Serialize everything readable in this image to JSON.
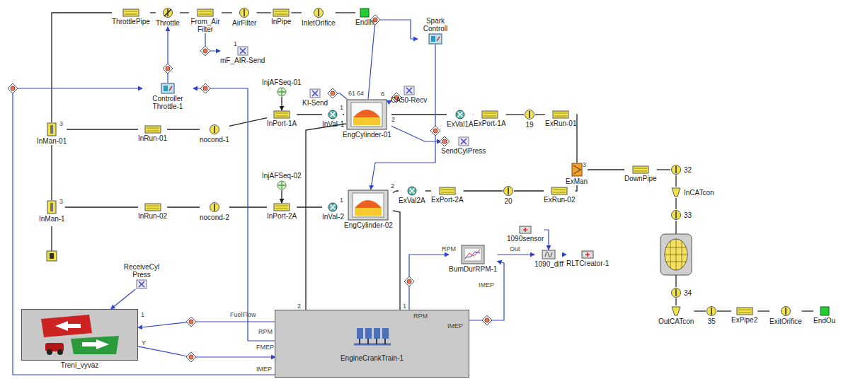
{
  "diagram": {
    "nodes": [
      {
        "text": [
          "EndIn"
        ]
      },
      {
        "text": [
          "InletOrifice"
        ]
      },
      {
        "text": [
          "InPipe"
        ]
      },
      {
        "text": [
          "AirFilter"
        ]
      },
      {
        "text": [
          "From_Air Filter"
        ]
      },
      {
        "text": [
          "Throttle"
        ]
      },
      {
        "text": [
          "ThrottlePipe"
        ]
      },
      {
        "text": [
          "mF_AIR-Send"
        ]
      },
      {
        "text": [
          "Controller Throttle-1"
        ]
      },
      {
        "text": [
          "InMan-01"
        ]
      },
      {
        "text": [
          "InRun-01"
        ]
      },
      {
        "text": [
          "nocond-1"
        ]
      },
      {
        "text": [
          "InjAFSeq-01"
        ]
      },
      {
        "text": [
          "InPort-1A"
        ]
      },
      {
        "text": [
          "InVal-1"
        ]
      },
      {
        "text": [
          "KI-Send"
        ]
      },
      {
        "text": [
          "CA50-Recv"
        ]
      },
      {
        "text": [
          "Spark Controll"
        ]
      },
      {
        "text": [
          "EngCylinder-01"
        ]
      },
      {
        "text": [
          "SendCylPress"
        ]
      },
      {
        "text": [
          "ExVal1A"
        ]
      },
      {
        "text": [
          "ExPort-1A"
        ]
      },
      {
        "text": [
          "19"
        ]
      },
      {
        "text": [
          "ExRun-01"
        ]
      },
      {
        "text": [
          "InMan-1"
        ]
      },
      {
        "text": [
          "InRun-02"
        ]
      },
      {
        "text": [
          "nocond-2"
        ]
      },
      {
        "text": [
          "InjAFSeq-02"
        ]
      },
      {
        "text": [
          "InPort-2A"
        ]
      },
      {
        "text": [
          "InVal-2"
        ]
      },
      {
        "text": [
          "EngCylinder-02"
        ]
      },
      {
        "text": [
          "ExVal2A"
        ]
      },
      {
        "text": [
          "ExPort-2A"
        ]
      },
      {
        "text": [
          "20"
        ]
      },
      {
        "text": [
          "ExRun-02"
        ]
      },
      {
        "text": [
          "ExMan"
        ]
      },
      {
        "text": [
          "DownPipe"
        ]
      },
      {
        "text": [
          "32"
        ]
      },
      {
        "text": [
          "InCATcon"
        ]
      },
      {
        "text": [
          "33"
        ]
      },
      {
        "text": [
          "34"
        ]
      },
      {
        "text": [
          "OutCATcon"
        ]
      },
      {
        "text": [
          "35"
        ]
      },
      {
        "text": [
          "ExPipe2"
        ]
      },
      {
        "text": [
          "ExitOrifice"
        ]
      },
      {
        "text": [
          "EndOu"
        ]
      },
      {
        "text": [
          "ReceiveCyl Press"
        ]
      },
      {
        "text": [
          "Treni_vyvaz"
        ]
      },
      {
        "text": [
          "EngineCrankTrain-1"
        ]
      },
      {
        "text": [
          "BurnDurRPM-1"
        ]
      },
      {
        "text": [
          "1090sensor"
        ]
      },
      {
        "text": [
          "1090_diff"
        ]
      },
      {
        "text": [
          "RLTCreator-1"
        ]
      }
    ],
    "edges": [
      {
        "from": 0,
        "to": 1,
        "arrow": "none"
      },
      {
        "from": 1,
        "to": 2,
        "arrow": "none"
      },
      {
        "from": 2,
        "to": 3,
        "arrow": "none"
      },
      {
        "from": 3,
        "to": 4,
        "arrow": "none"
      },
      {
        "from": 4,
        "to": 5,
        "arrow": "none"
      },
      {
        "from": 5,
        "to": 6,
        "arrow": "none"
      },
      {
        "from": 6,
        "to": 9,
        "arrow": "none"
      },
      {
        "from": 9,
        "to": 10,
        "arrow": "none"
      },
      {
        "from": 10,
        "to": 11,
        "arrow": "none"
      },
      {
        "from": 11,
        "to": 13,
        "arrow": "none"
      },
      {
        "from": 13,
        "to": 14,
        "arrow": "none"
      },
      {
        "from": 14,
        "to": 18,
        "arrow": "none"
      },
      {
        "from": 18,
        "to": 20,
        "arrow": "none"
      },
      {
        "from": 20,
        "to": 21,
        "arrow": "none"
      },
      {
        "from": 21,
        "to": 22,
        "arrow": "none"
      },
      {
        "from": 22,
        "to": 23,
        "arrow": "none"
      },
      {
        "from": 23,
        "to": 35,
        "arrow": "none"
      },
      {
        "from": 9,
        "to": 24,
        "arrow": "none"
      },
      {
        "from": 24,
        "to": 25,
        "arrow": "none"
      },
      {
        "from": 25,
        "to": 26,
        "arrow": "none"
      },
      {
        "from": 26,
        "to": 28,
        "arrow": "none"
      },
      {
        "from": 28,
        "to": 29,
        "arrow": "none"
      },
      {
        "from": 29,
        "to": 30,
        "arrow": "none"
      },
      {
        "from": 30,
        "to": 31,
        "arrow": "none"
      },
      {
        "from": 31,
        "to": 32,
        "arrow": "none"
      },
      {
        "from": 32,
        "to": 33,
        "arrow": "none"
      },
      {
        "from": 33,
        "to": 34,
        "arrow": "none"
      },
      {
        "from": 34,
        "to": 35,
        "arrow": "none"
      },
      {
        "from": 35,
        "to": 36,
        "arrow": "none"
      },
      {
        "from": 36,
        "to": 37,
        "arrow": "none"
      },
      {
        "from": 37,
        "to": 38,
        "arrow": "none"
      },
      {
        "from": 38,
        "to": 39,
        "arrow": "none"
      },
      {
        "from": 39,
        "to": 40,
        "arrow": "none"
      },
      {
        "from": 40,
        "to": 41,
        "arrow": "none"
      },
      {
        "from": 41,
        "to": 42,
        "arrow": "none"
      },
      {
        "from": 42,
        "to": 43,
        "arrow": "none"
      },
      {
        "from": 43,
        "to": 44,
        "arrow": "none"
      },
      {
        "from": 44,
        "to": 45,
        "arrow": "none"
      },
      {
        "from": 12,
        "to": 13,
        "arrow": "to"
      },
      {
        "from": 27,
        "to": 28,
        "arrow": "to"
      },
      {
        "from": 18,
        "to": 48,
        "arrow": "none"
      },
      {
        "from": 30,
        "to": 48,
        "arrow": "none"
      },
      {
        "from": 4,
        "to": 7,
        "arrow": "to"
      },
      {
        "from": 8,
        "to": 5,
        "arrow": "to"
      },
      {
        "from": 18,
        "to": 15,
        "arrow": "to"
      },
      {
        "from": 18,
        "to": 17,
        "arrow": "to"
      },
      {
        "from": 16,
        "to": 18,
        "arrow": "to"
      },
      {
        "from": 17,
        "to": 30,
        "arrow": "to"
      },
      {
        "from": 18,
        "to": 19,
        "arrow": "to"
      },
      {
        "from": 48,
        "to": 49,
        "arrow": "to"
      },
      {
        "from": 48,
        "to": 49,
        "arrow": "to"
      },
      {
        "from": 49,
        "to": 51,
        "arrow": "to"
      },
      {
        "from": 50,
        "to": 51,
        "arrow": "to"
      },
      {
        "from": 51,
        "to": 52,
        "arrow": "to"
      },
      {
        "from": 48,
        "to": 47,
        "arrow": "to"
      },
      {
        "from": 47,
        "to": 48,
        "arrow": "to"
      },
      {
        "from": 46,
        "to": 47,
        "arrow": "to"
      },
      {
        "from": 48,
        "to": 8,
        "arrow": "to"
      },
      {
        "from": 48,
        "to": 8,
        "arrow": "to"
      }
    ],
    "labels": [
      "61",
      "64",
      "6",
      "1",
      "2",
      "3",
      "3",
      "1",
      "2",
      "2",
      "1",
      "RPM",
      "IMEP",
      "RPM",
      "Out",
      "IMEP",
      "FuelFlow",
      "RPM",
      "FMEP",
      "IMEP",
      "1",
      "Y",
      "1",
      "3"
    ]
  }
}
